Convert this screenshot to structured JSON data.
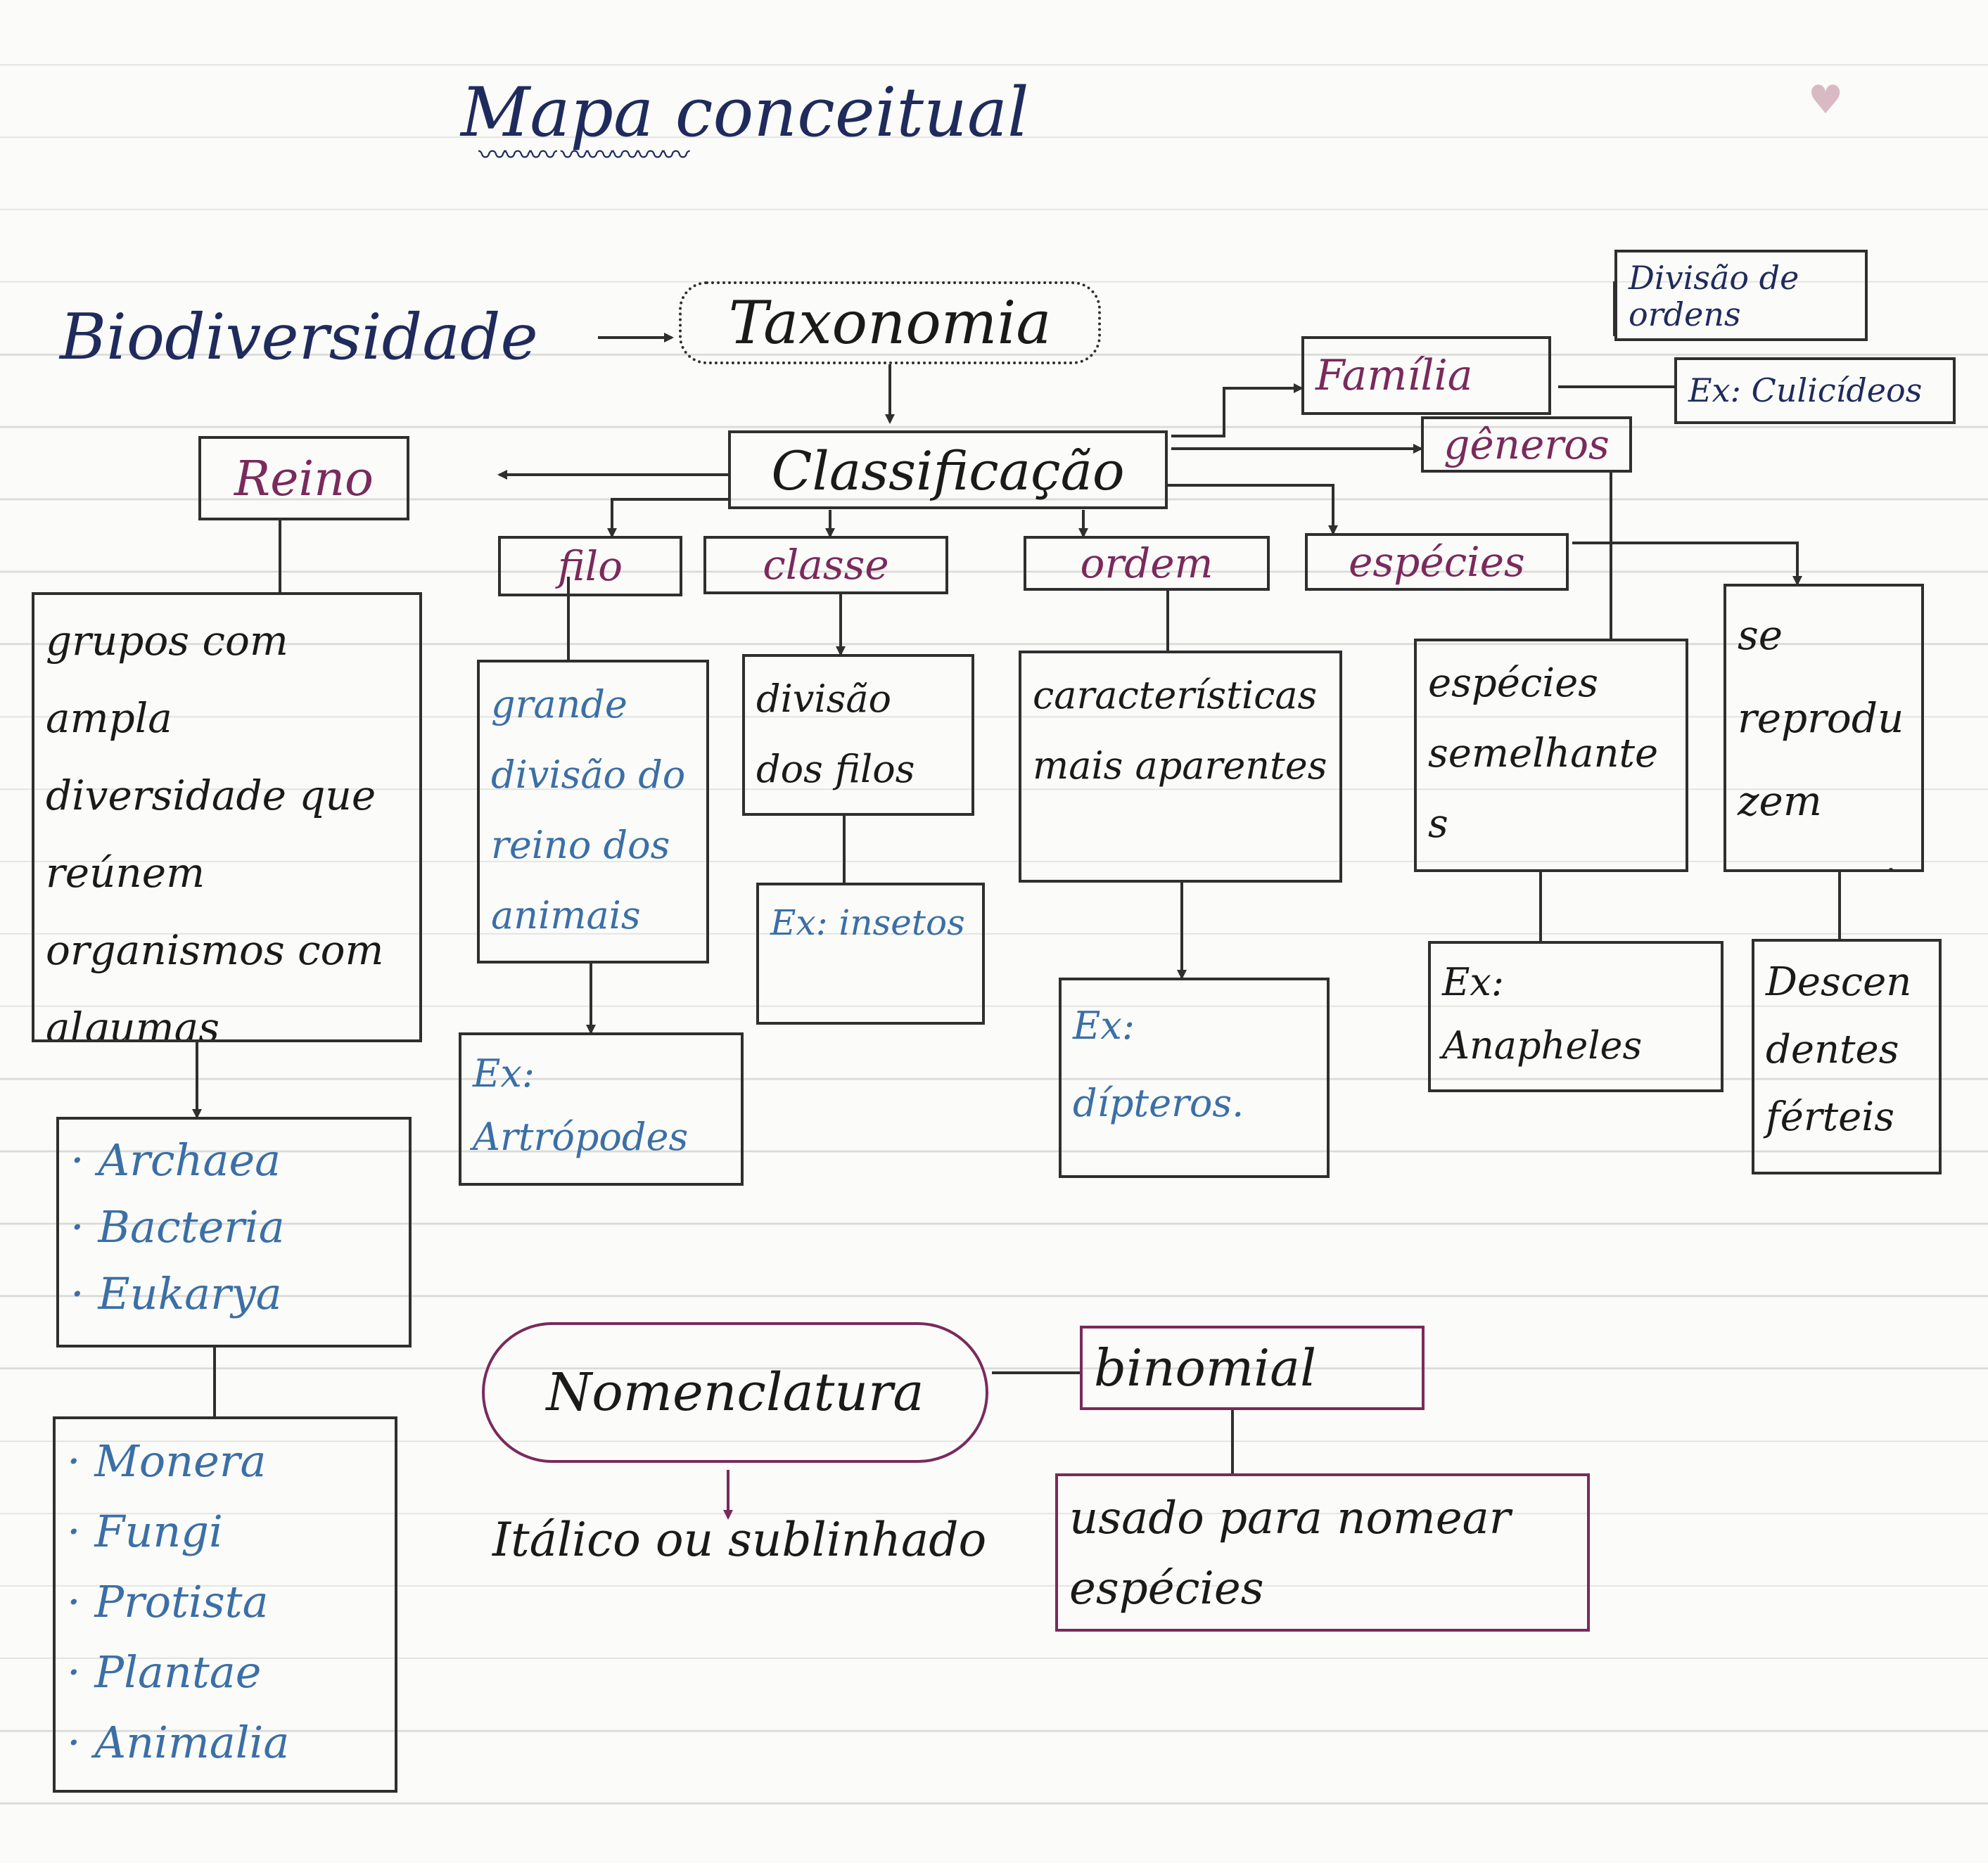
{
  "title": "Mapa conceitual",
  "nodes": {
    "biodiversidade": "Biodiversidade",
    "taxonomia": "Taxonomia",
    "classificacao": "Classificação",
    "reino": "Reino",
    "reino_desc": "grupos com ampla diversidade que reúnem organismos com algumas semelhanças.",
    "dominios": [
      "Archaea",
      "Bacteria",
      "Eukarya"
    ],
    "reinos": [
      "Monera",
      "Fungi",
      "Protista",
      "Plantae",
      "Animalia"
    ],
    "filo": "filo",
    "filo_desc": "grande divisão do reino dos animais",
    "filo_ex": "Ex: Artrópodes",
    "classe": "classe",
    "classe_desc": "divisão dos filos",
    "classe_ex": "Ex: insetos",
    "ordem": "ordem",
    "ordem_desc": "características mais aparentes",
    "ordem_ex": "Ex: dípteros.",
    "especies": "espécies",
    "especies_desc": "se reproduzem entre si",
    "especies_ex": "Descendentes férteis",
    "familia": "Família",
    "familia_desc": "Divisão de ordens",
    "familia_ex": "Ex: Culicídeos",
    "generos": "gêneros",
    "generos_desc": "espécies semelhantes",
    "generos_ex": "Ex: Anapheles",
    "nomenclatura": "Nomenclatura",
    "nomenclatura_desc": "Itálico ou sublinhado",
    "binomial": "binomial",
    "binomial_desc": "usado para nomear espécies"
  },
  "colors": {
    "dark_ink": "#1f2b5c",
    "black_ink": "#1a1a1a",
    "blue_ink": "#3b6fa6",
    "purple_ink": "#7a2a5c",
    "heart": "#d8b9c4"
  },
  "icons": {
    "corner": "heart-icon"
  }
}
